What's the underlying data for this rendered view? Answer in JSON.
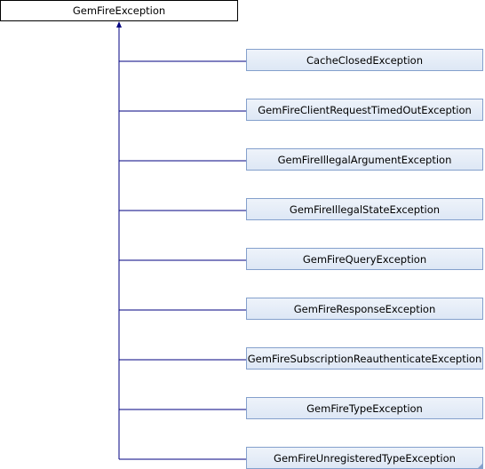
{
  "base_class": {
    "label": "GemFireException"
  },
  "derived_classes": [
    {
      "label": "CacheClosedException"
    },
    {
      "label": "GemFireClientRequestTimedOutException"
    },
    {
      "label": "GemFireIllegalArgumentException"
    },
    {
      "label": "GemFireIllegalStateException"
    },
    {
      "label": "GemFireQueryException"
    },
    {
      "label": "GemFireResponseException"
    },
    {
      "label": "GemFireSubscriptionReauthenticateException"
    },
    {
      "label": "GemFireTypeException"
    },
    {
      "label": "GemFireUnregisteredTypeException"
    }
  ],
  "colors": {
    "edge": "#000080",
    "node_border": "#84a0cc"
  }
}
